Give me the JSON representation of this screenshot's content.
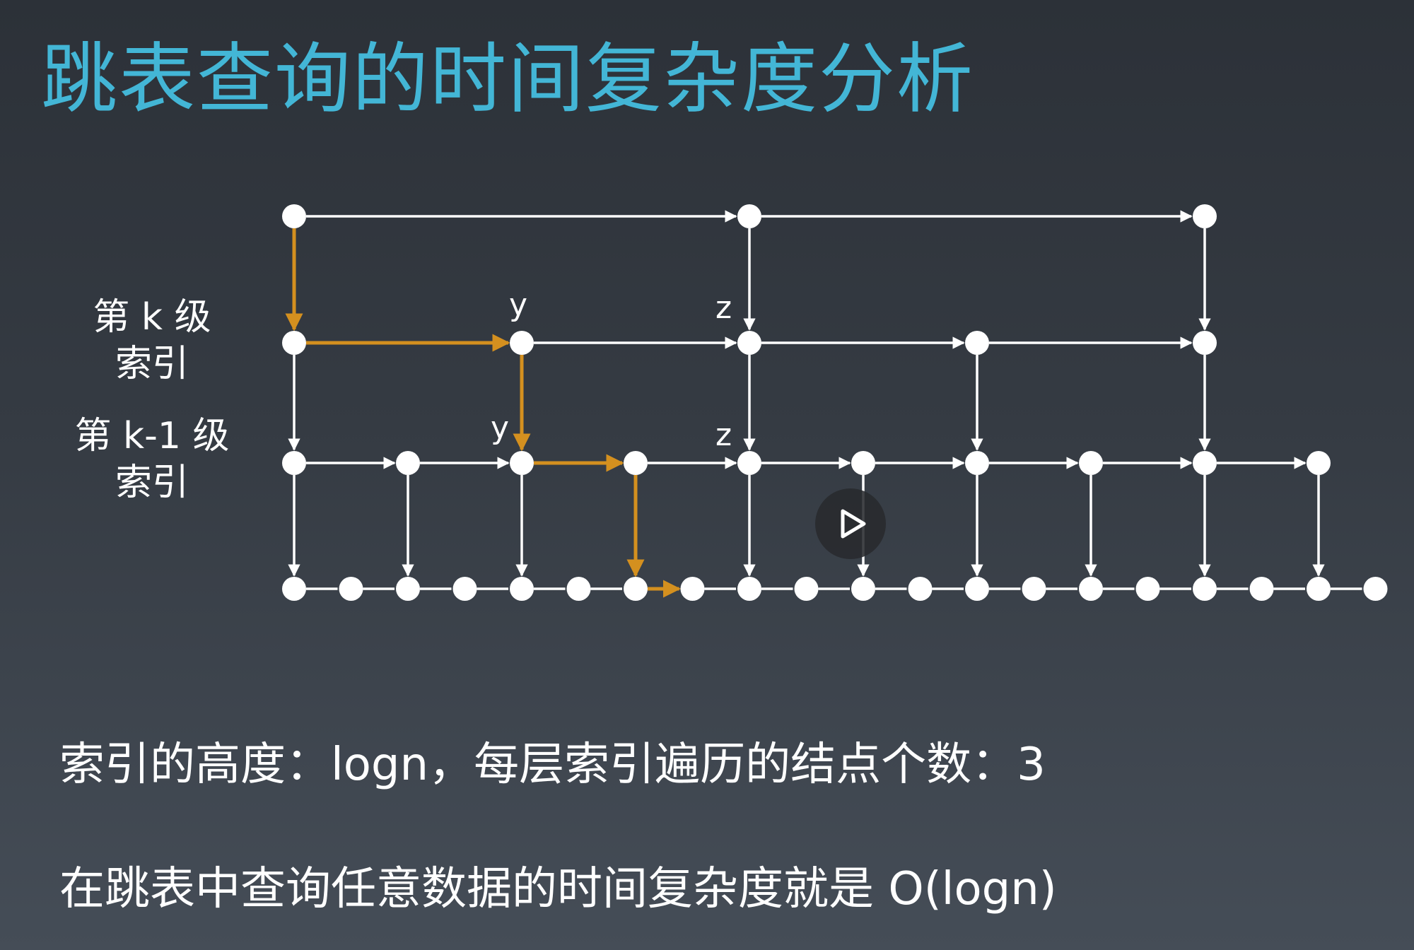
{
  "title": "跳表查询的时间复杂度分析",
  "labels": {
    "level_k": [
      "第 k 级",
      "索引"
    ],
    "level_k1": [
      "第 k-1 级",
      "索引"
    ]
  },
  "node_markers": {
    "y_upper": "y",
    "z_upper": "z",
    "y_lower": "y",
    "z_lower": "z"
  },
  "footer": {
    "line1": "索引的高度：logn，每层索引遍历的结点个数：3",
    "line2": "在跳表中查询任意数据的时间复杂度就是 O(logn)"
  },
  "colors": {
    "title": "#43b6d6",
    "path_highlight": "#d4901f",
    "edge": "#ffffff",
    "node": "#ffffff"
  },
  "player": {
    "icon": "play-icon"
  }
}
